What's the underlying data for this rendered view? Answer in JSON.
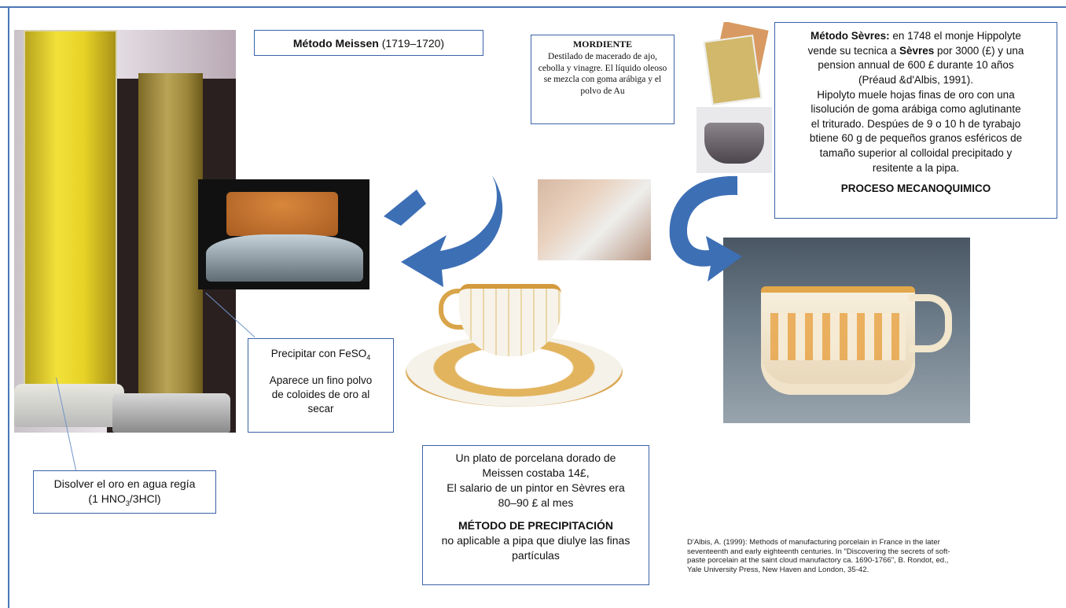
{
  "meissen": {
    "label_bold": "Método Meissen",
    "years": "(1719–1720)"
  },
  "mordiente": {
    "title": "MORDIENTE",
    "text": "Destilado de macerado de ajo, cebolla y vinagre. El líquido oleoso se mezcla con goma arábiga y el polvo de Au"
  },
  "sevres": {
    "heading_bold": "Método Sèvres:",
    "line1_rest": " en 1748 el monje Hippolyte",
    "line2_a": "vende su tecnica a ",
    "line2_bold": "Sèvres",
    "line2_b": " por 3000  (£) y una",
    "line3": "pension annual de 600 £ durante 10 años",
    "line4": "(Préaud &d'Albis, 1991).",
    "line5": "Hipolyto muele hojas finas de oro con una",
    "line6": "lisolución de goma arábiga como aglutinante",
    "line7": "el triturado. Despúes de 9 o 10 h de tyrabajo",
    "line8": "btiene 60 g de pequeños granos esféricos de",
    "line9": "tamaño superior al colloidal precipitado y",
    "line10": "resitente a la pipa.",
    "process": "PROCESO MECANOQUIMICO"
  },
  "precipitar": {
    "line1_text": "Precipitar con FeSO",
    "line1_sub": "4",
    "line2": "Aparece un fino polvo",
    "line3": "de coloides de oro al",
    "line4": "secar"
  },
  "disolver": {
    "line1": "Disolver el oro en agua regía",
    "line2_a": "(1 HNO",
    "line2_sub": "3",
    "line2_b": "/3HCl)"
  },
  "plato": {
    "line1": "Un plato de porcelana dorado de",
    "line2": "Meissen costaba 14£,",
    "line3": "El salario de un pintor en Sèvres era",
    "line4": "80–90 £ al mes",
    "method": "MÉTODO DE PRECIPITACIÓN",
    "line5": "no aplicable a pipa que diulye las finas",
    "line6": "partículas"
  },
  "reference": {
    "line1": "D'Albis, A. (1999): Methods of manufacturing porcelain in France in the later",
    "line2": "seventeenth and early eighteenth centuries. In \"Discovering the secrets of soft-",
    "line3": "paste porcelain at the saint cloud manufactory ca. 1690-1766\", B. Rondot, ed.,",
    "line4": "Yale University Press, New Haven and London, 35-42."
  },
  "colors": {
    "border": "#3b63a8",
    "arrow": "#3d6fb5",
    "frame": "#4a77b8"
  }
}
